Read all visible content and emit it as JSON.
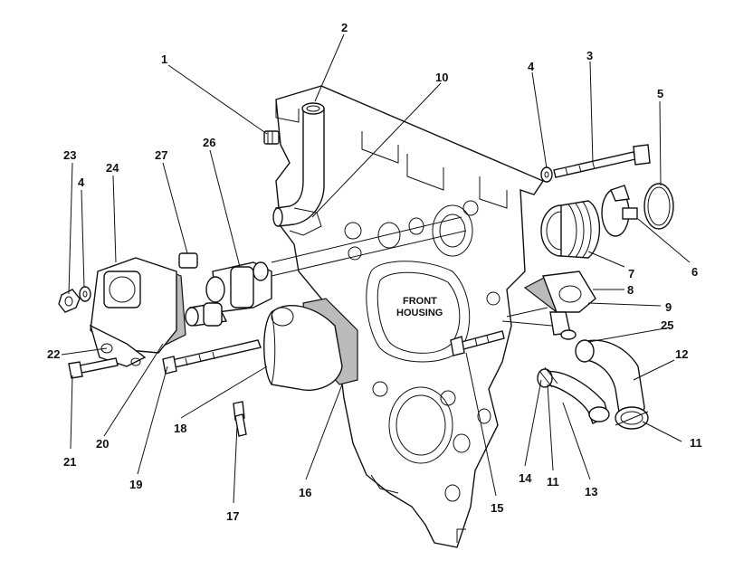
{
  "diagram": {
    "panel_text": [
      "FRONT",
      "HOUSING"
    ],
    "callouts": [
      "1",
      "2",
      "3",
      "4",
      "4",
      "5",
      "6",
      "7",
      "8",
      "9",
      "10",
      "11",
      "11",
      "12",
      "13",
      "14",
      "15",
      "16",
      "17",
      "18",
      "19",
      "20",
      "21",
      "22",
      "23",
      "24",
      "25",
      "26",
      "27"
    ]
  },
  "colors": {
    "ink": "#111111",
    "paper": "#ffffff",
    "gasket": "#bbbbbb"
  }
}
